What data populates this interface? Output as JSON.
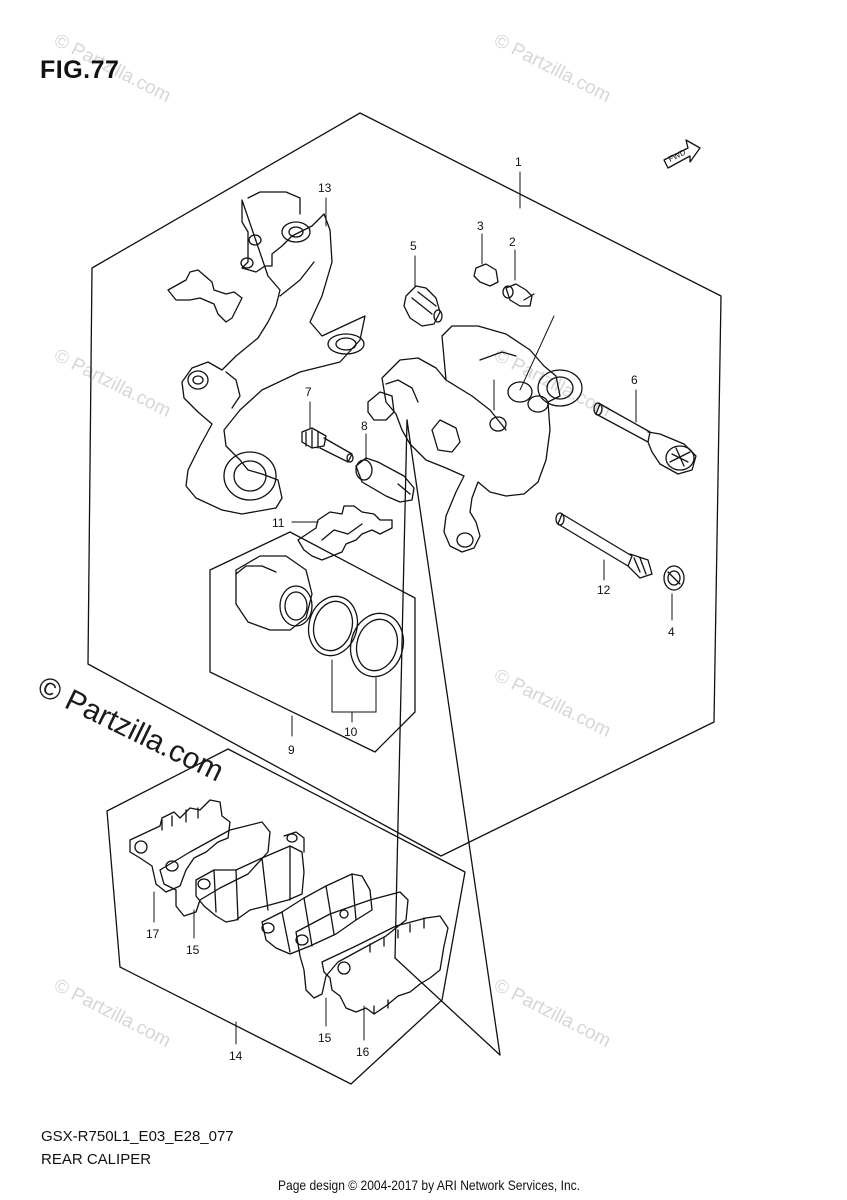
{
  "figure_label": "FIG.77",
  "model_code": "GSX-R750L1_E03_E28_077",
  "section_title": "REAR CALIPER",
  "footer": "Page design © 2004-2017 by ARI Network Services, Inc.",
  "watermark": "© Partzilla.com",
  "fwd_tag": "FWD",
  "callouts": {
    "c1": "1",
    "c2": "2",
    "c3": "3",
    "c4": "4",
    "c5": "5",
    "c6": "6",
    "c7": "7",
    "c8": "8",
    "c9": "9",
    "c10": "10",
    "c11": "11",
    "c12": "12",
    "c13": "13",
    "c14": "14",
    "c15a": "15",
    "c15b": "15",
    "c16": "16",
    "c17": "17"
  }
}
